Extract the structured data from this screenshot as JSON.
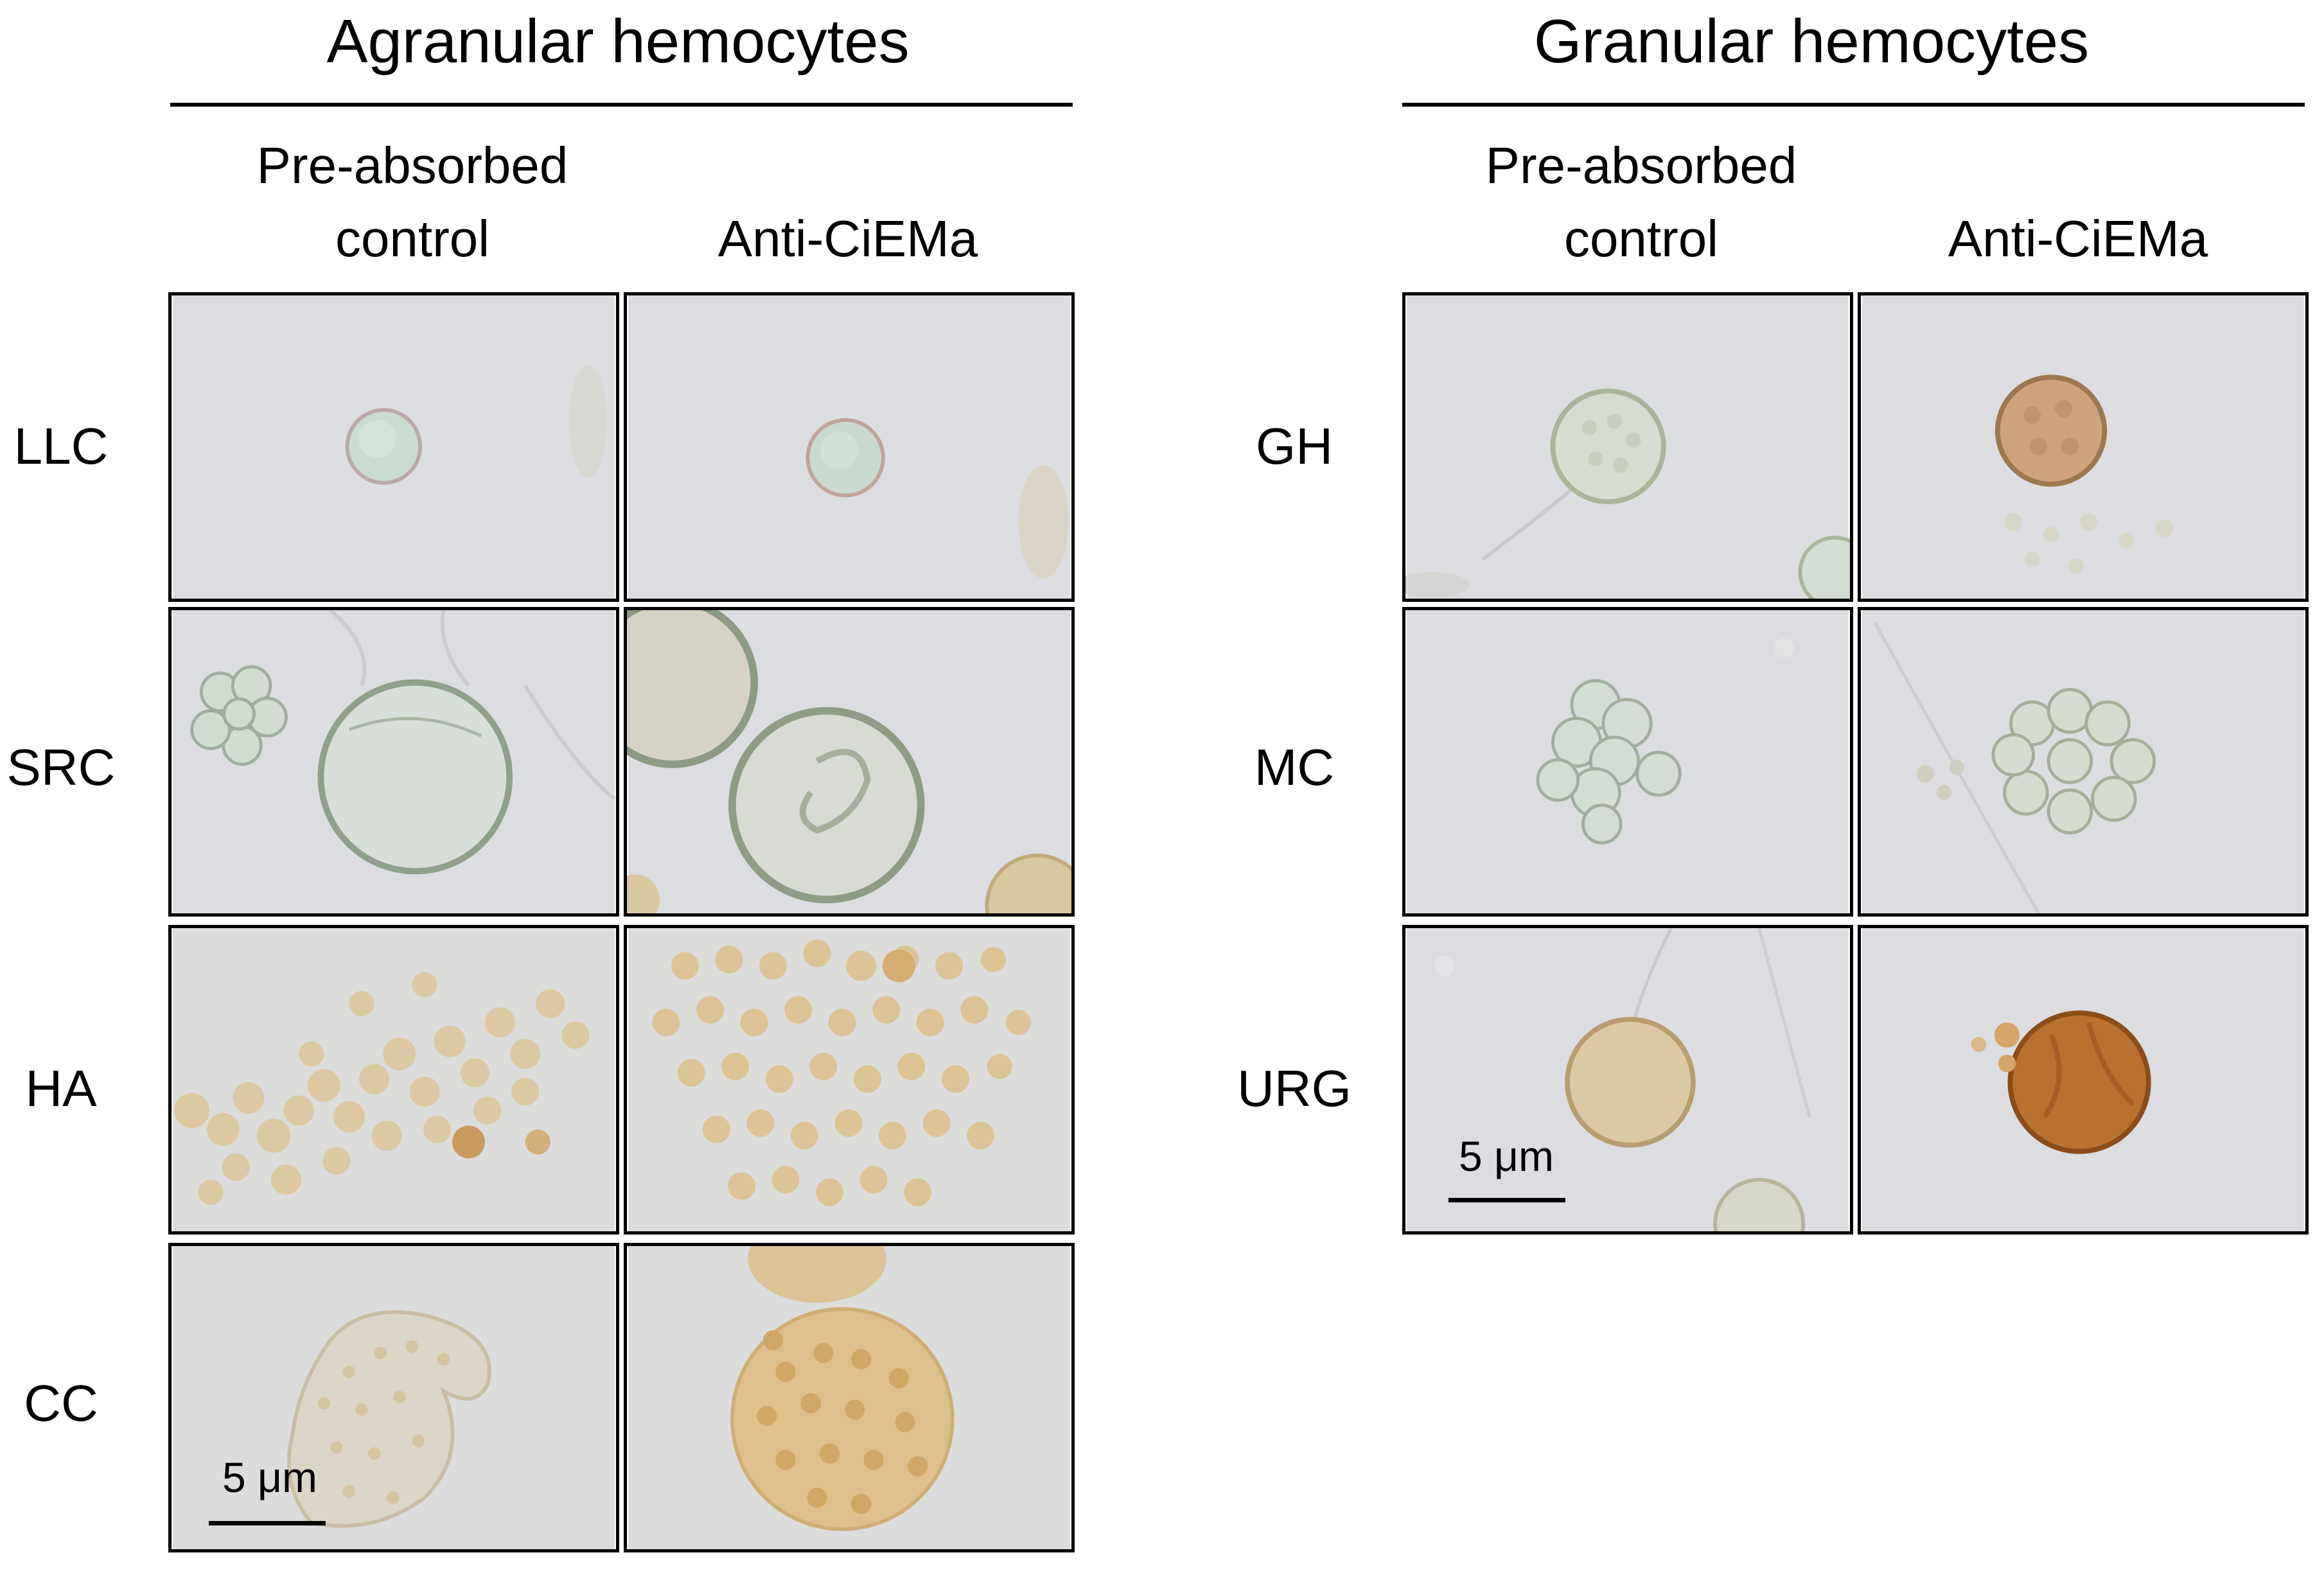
{
  "groups": {
    "agranular": {
      "title": "Agranular hemocytes",
      "col1_line1": "Pre-absorbed",
      "col1_line2": "control",
      "col2": "Anti-CiEMa",
      "rows": [
        "LLC",
        "SRC",
        "HA",
        "CC"
      ],
      "scale_label": "5 μm"
    },
    "granular": {
      "title": "Granular hemocytes",
      "col1_line1": "Pre-absorbed",
      "col1_line2": "control",
      "col2": "Anti-CiEMa",
      "rows": [
        "GH",
        "MC",
        "URG"
      ],
      "scale_label": "5 μm"
    }
  },
  "colors": {
    "background_field": "#dcdde0",
    "pale_cell": "#cfdcd2",
    "stained_light": "#dcc9a6",
    "stained_medium": "#d9b684",
    "stained_dark": "#b8712f"
  }
}
